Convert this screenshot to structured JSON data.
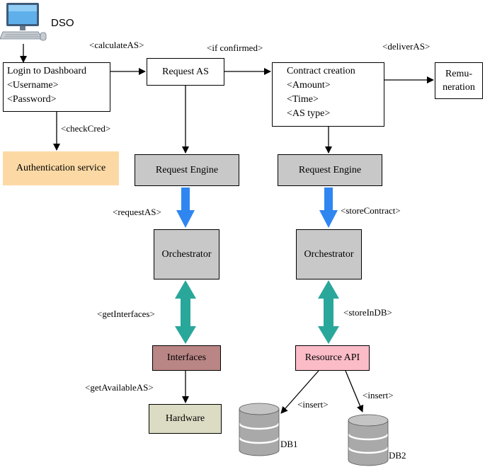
{
  "actor": {
    "label": "DSO",
    "icon": "desktop-computer-icon"
  },
  "boxes": {
    "login": {
      "lines": [
        "Login to Dashboard",
        "<Username>",
        "<Password>"
      ]
    },
    "request_as": {
      "label": "Request AS"
    },
    "contract": {
      "lines": [
        "Contract creation",
        "<Amount>",
        "<Time>",
        "<AS type>"
      ]
    },
    "remuneration": {
      "lines": [
        "Remu-",
        "neration"
      ]
    },
    "auth": {
      "label": "Authentication service"
    },
    "engine_left": {
      "label": "Request Engine"
    },
    "engine_right": {
      "label": "Request Engine"
    },
    "orch_left": {
      "label": "Orchestrator"
    },
    "orch_right": {
      "label": "Orchestrator"
    },
    "interfaces": {
      "label": "Interfaces"
    },
    "resource_api": {
      "label": "Resource API"
    },
    "hardware": {
      "label": "Hardware"
    }
  },
  "edge_labels": {
    "calculate_as": "<calculateAS>",
    "if_confirmed": "<if confirmed>",
    "deliver_as": "<deliverAS>",
    "check_cred": "<checkCred>",
    "request_as": "<requestAS>",
    "store_contract": "<storeContract>",
    "get_interfaces": "<getInterfaces>",
    "store_in_db": "<storeInDB>",
    "get_available_as": "<getAvailableAS>",
    "insert_1": "<insert>",
    "insert_2": "<insert>"
  },
  "databases": {
    "db1": "DB1",
    "db2": "DB2"
  },
  "colors": {
    "auth_fill": "#fcd9a4",
    "engine_fill": "#c8c8c8",
    "orchestrator_fill": "#c8c8c8",
    "interfaces_fill": "#b98585",
    "resource_api_fill": "#fbbcc8",
    "hardware_fill": "#dcdcc4",
    "blue_arrow": "#2f86f0",
    "teal_arrow": "#2aa79b",
    "db_fill": "#a9a9a9"
  }
}
